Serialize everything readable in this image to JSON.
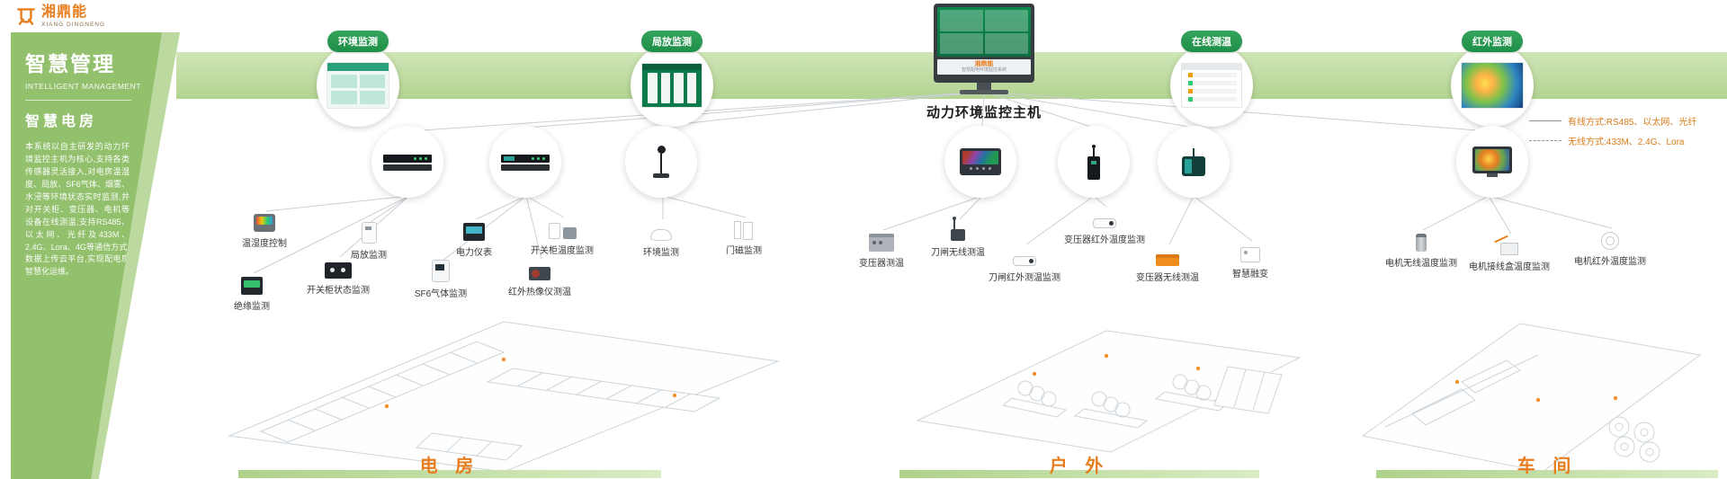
{
  "brand": {
    "name": "湘鼎能",
    "name_en": "XIANG DINGNENG"
  },
  "sidebar": {
    "title": "智慧管理",
    "subtitle": "INTELLIGENT MANAGEMENT",
    "section": "智慧电房",
    "body": "本系统以自主研发的动力环境监控主机为核心,支持各类传感器灵活接入,对电房温湿度、局放、SF6气体、烟雾、水浸等环境状态实时监测,并对开关柜、变压器、电机等设备在线测温;支持RS485、以太网、光纤及433M、2.4G、Lora、4G等通信方式,数据上传云平台,实现配电房智慧化运维。"
  },
  "host": {
    "label": "动力环境监控主机",
    "screen_brand": "湘鼎能",
    "screen_caption": "智慧配电环境监控系统"
  },
  "badges": [
    {
      "label": "环境监测"
    },
    {
      "label": "局放监测"
    },
    {
      "label": "在线测温"
    },
    {
      "label": "红外监测"
    }
  ],
  "legend": {
    "wired": "有线方式:RS485、以太网、光纤",
    "wireless": "无线方式:433M、2.4G、Lora"
  },
  "devices": [
    {
      "label": "温湿度控制"
    },
    {
      "label": "绝缘监测"
    },
    {
      "label": "开关柜状态监测"
    },
    {
      "label": "局放监测"
    },
    {
      "label": "SF6气体监测"
    },
    {
      "label": "电力仪表"
    },
    {
      "label": "红外热像仪测温"
    },
    {
      "label": "开关柜温度监测"
    },
    {
      "label": "环境监测"
    },
    {
      "label": "门磁监测"
    },
    {
      "label": "变压器测温"
    },
    {
      "label": "刀闸无线测温"
    },
    {
      "label": "刀闸红外测温监测"
    },
    {
      "label": "变压器红外温度监测"
    },
    {
      "label": "变压器无线测温"
    },
    {
      "label": "智慧融变"
    },
    {
      "label": "电机无线温度监测"
    },
    {
      "label": "电机接线盒温度监测"
    },
    {
      "label": "电机红外温度监测"
    }
  ],
  "sections": [
    {
      "label": "电 房"
    },
    {
      "label": "户 外"
    },
    {
      "label": "车 间"
    }
  ],
  "colors": {
    "accent_orange": "#e87d1e",
    "brand_green": "#92c06d",
    "badge_green": "#1e8f48"
  }
}
